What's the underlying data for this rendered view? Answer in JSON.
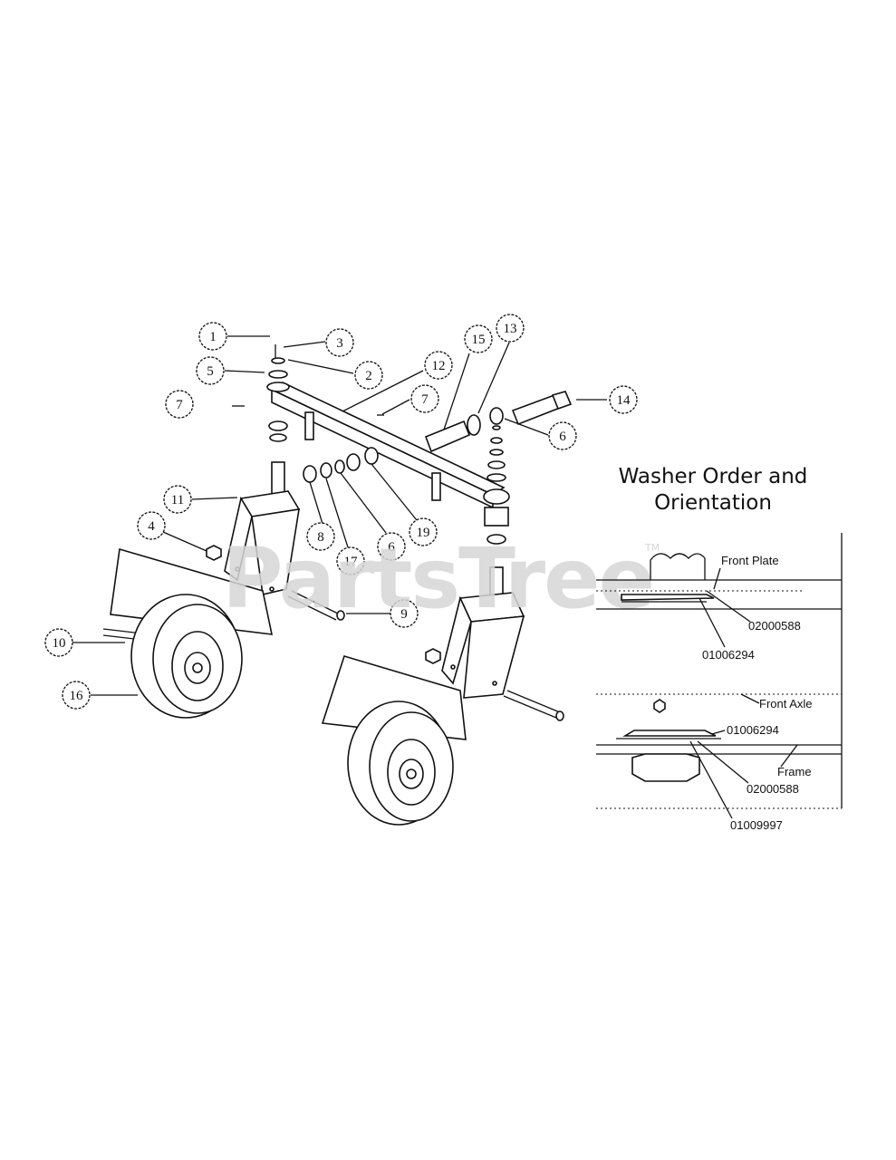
{
  "watermark": {
    "text": "PartsTree",
    "tm": "TM"
  },
  "callouts": [
    {
      "id": "c1",
      "label": "1"
    },
    {
      "id": "c3",
      "label": "3"
    },
    {
      "id": "c5",
      "label": "5"
    },
    {
      "id": "c2",
      "label": "2"
    },
    {
      "id": "c7a",
      "label": "7"
    },
    {
      "id": "c12",
      "label": "12"
    },
    {
      "id": "c7b",
      "label": "7"
    },
    {
      "id": "c15",
      "label": "15"
    },
    {
      "id": "c13",
      "label": "13"
    },
    {
      "id": "c14",
      "label": "14"
    },
    {
      "id": "c6a",
      "label": "6"
    },
    {
      "id": "c11",
      "label": "11"
    },
    {
      "id": "c4",
      "label": "4"
    },
    {
      "id": "c8",
      "label": "8"
    },
    {
      "id": "c17",
      "label": "17"
    },
    {
      "id": "c6b",
      "label": "6"
    },
    {
      "id": "c19",
      "label": "19"
    },
    {
      "id": "c9",
      "label": "9"
    },
    {
      "id": "c10",
      "label": "10"
    },
    {
      "id": "c16",
      "label": "16"
    }
  ],
  "inset": {
    "title_line1": "Washer Order and",
    "title_line2": "Orientation",
    "top": {
      "front_plate": "Front Plate",
      "part_a": "02000588",
      "part_b": "01006294"
    },
    "bottom": {
      "front_axle": "Front Axle",
      "part_a": "01006294",
      "frame": "Frame",
      "part_b": "02000588",
      "part_c": "01009997"
    }
  }
}
